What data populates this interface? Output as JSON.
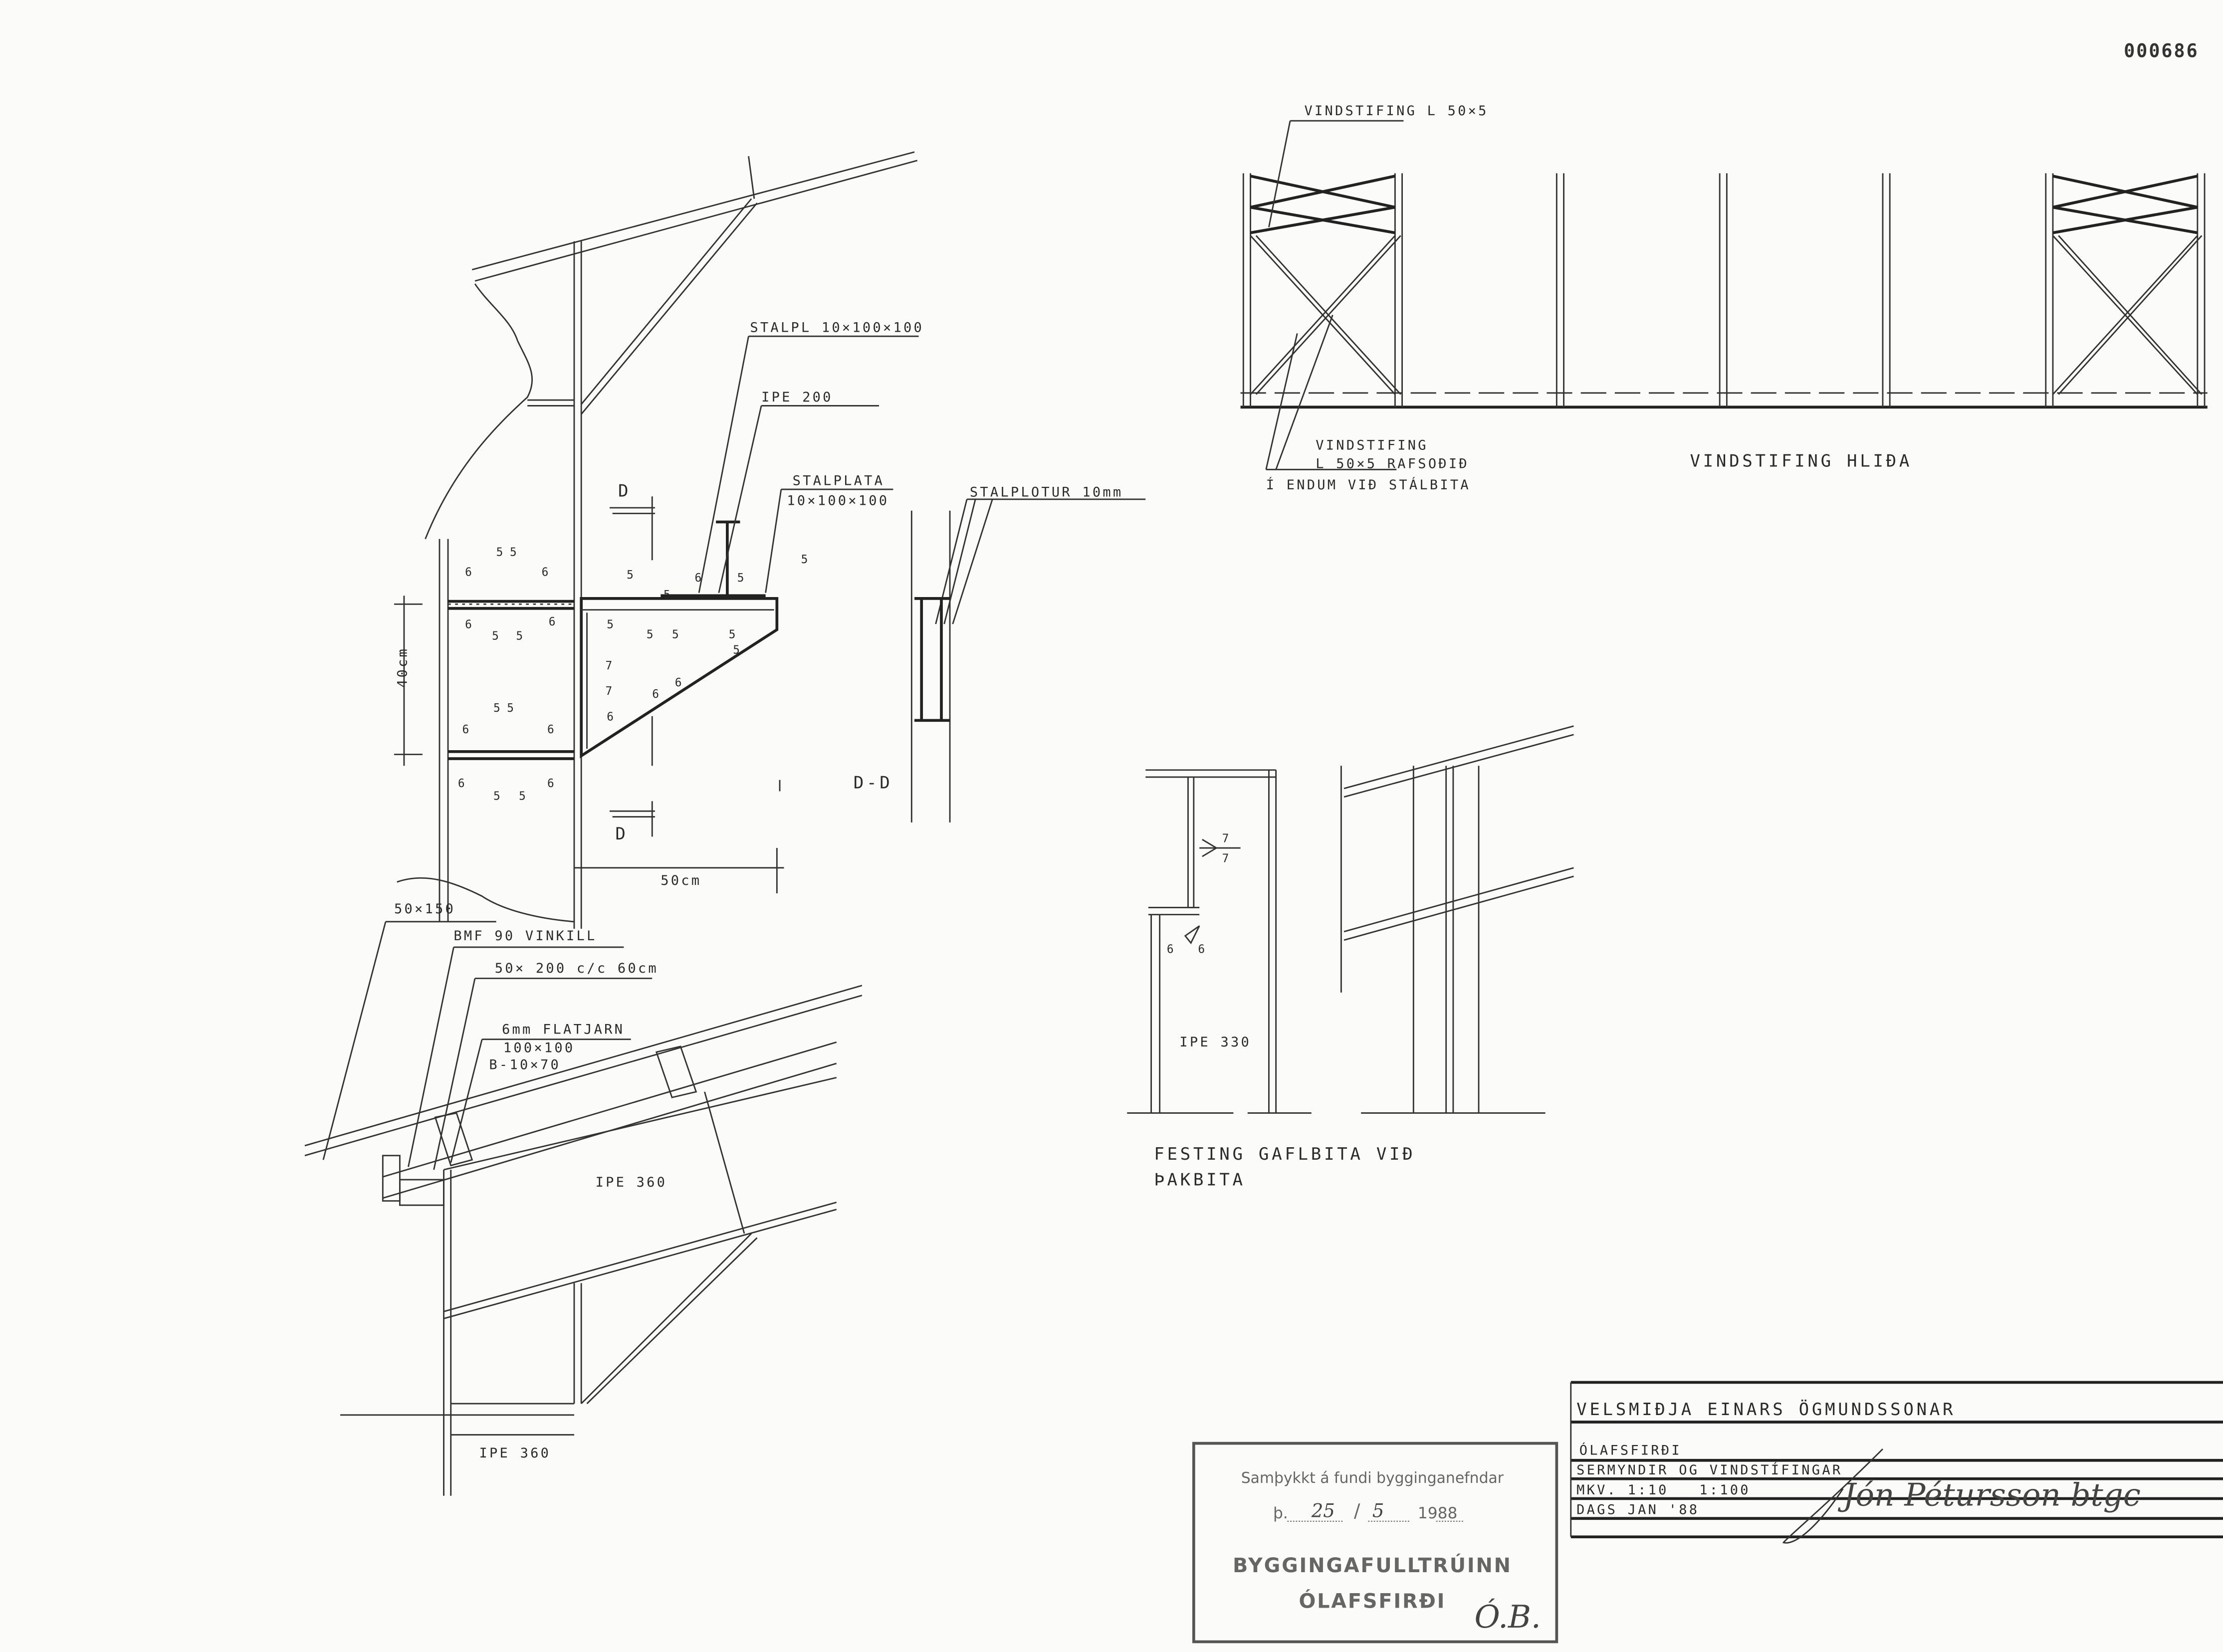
{
  "sheet_number": "000686",
  "detail_bracket": {
    "labels": {
      "plate_top": "STALPL 10×100×100",
      "ipe_200": "IPE 200",
      "plate_title": "STALPLATA",
      "plate_dims": "10×100×100",
      "plates_10mm": "STALPLOTUR 10mm",
      "section_mark_top": "D",
      "section_mark_bottom": "D",
      "section_title": "D-D",
      "dim_height": "40cm",
      "dim_width": "50cm"
    },
    "weld_marks": [
      "5 5",
      "6",
      "6",
      "6",
      "6",
      "5",
      "5",
      "5",
      "6",
      "5",
      "5",
      "5",
      "5",
      "5",
      "7",
      "7",
      "5",
      "5",
      "6",
      "5 5",
      "6",
      "6",
      "6",
      "6",
      "5",
      "5",
      "5",
      "6",
      "6"
    ]
  },
  "detail_roof": {
    "labels": {
      "timber_50x150": "50×150",
      "bmf_angle": "BMF 90 VINKILL",
      "purlin": "50× 200 c/c 60cm",
      "flat_iron": "6mm FLATJARN",
      "flat_iron_dims": "100×100",
      "bolt": "B-10×70",
      "ipe_360_upper": "IPE 360",
      "ipe_360_lower": "IPE 360"
    }
  },
  "detail_gable": {
    "ipe_330": "IPE 330",
    "weld_7_top": "7",
    "weld_7_bottom": "7",
    "weld_6_left": "6",
    "weld_6_right": "6",
    "title_line1": "FESTING GAFLBITA VIÐ",
    "title_line2": "ÞAKBITA"
  },
  "wind_bracing": {
    "label_top": "VINDSTIFING L 50×5",
    "label_bottom_1": "VINDSTIFING",
    "label_bottom_2": "L 50×5 RAFSOÐIÐ",
    "label_bottom_3": "Í ENDUM VIÐ STÁLBITA",
    "title": "VINDSTIFING HLIÐA"
  },
  "title_block": {
    "company": "VELSMIÐJA EINARS ÖGMUNDSSONAR",
    "location": "ÓLAFSFIRÐI",
    "drawing_title": "SERMYNDIR OG VINDSTÍFINGAR",
    "scale": "MKV. 1:10   1:100",
    "date": "DAGS JAN '88",
    "signature": "Jón Pétursson btgc"
  },
  "approval_stamp": {
    "line1": "Samþykkt á fundi bygginganefndar",
    "date_prefix": "þ.",
    "day": "25",
    "month": "5",
    "year": "1988",
    "authority": "BYGGINGAFULLTRÚINN",
    "town": "ÓLAFSFIRÐI",
    "initials": "Ó.B."
  }
}
